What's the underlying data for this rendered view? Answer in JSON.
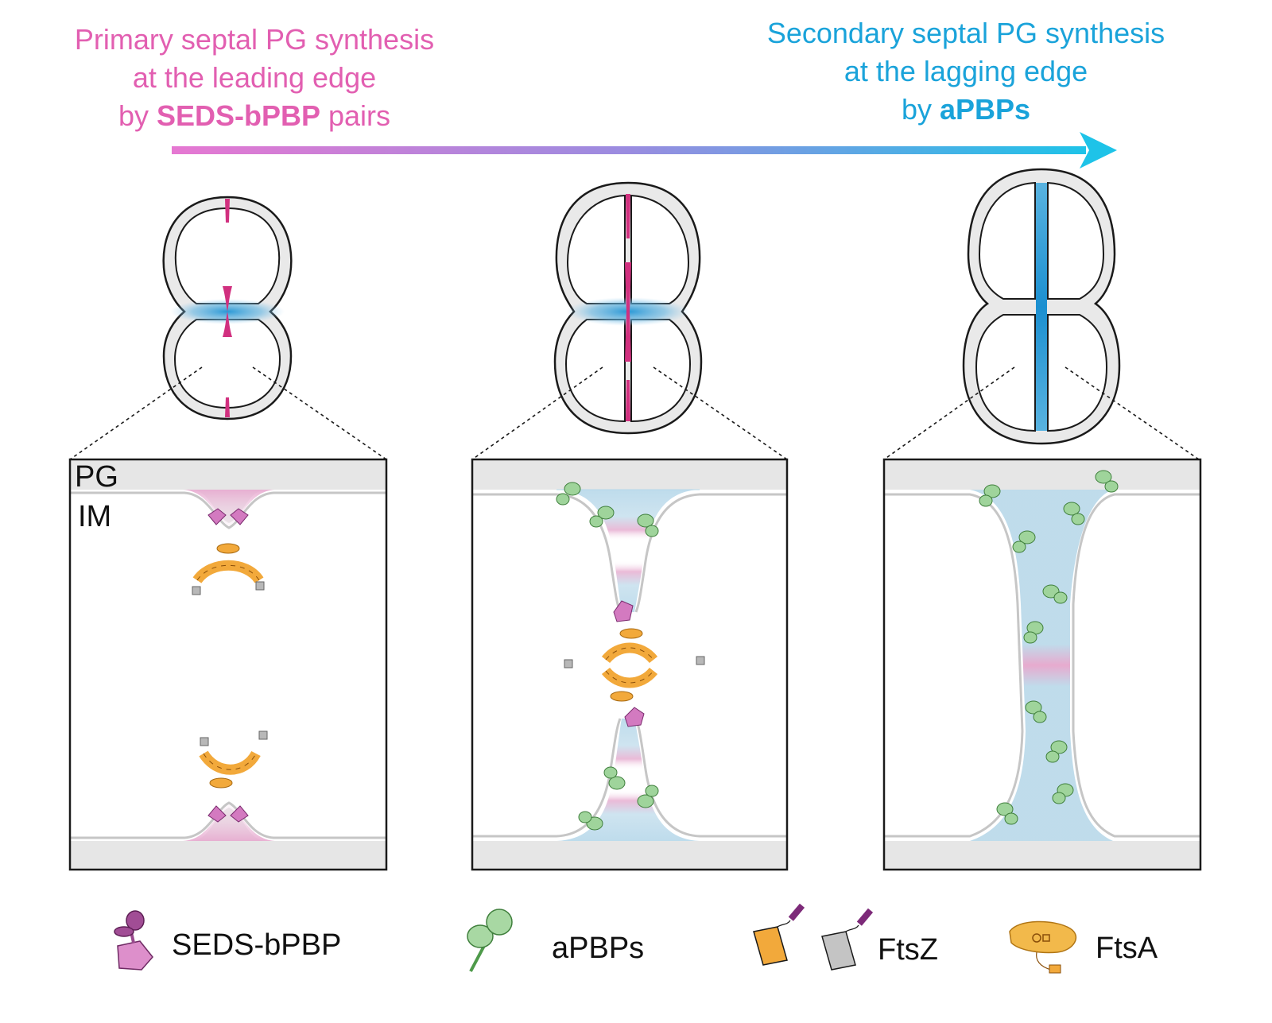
{
  "header_left": {
    "line1": "Primary septal PG synthesis",
    "line2": "at the leading edge",
    "line3_prefix": "by ",
    "line3_bold": "SEDS-bPBP",
    "line3_suffix": " pairs",
    "color": "#e25fb1"
  },
  "header_right": {
    "line1": "Secondary septal PG synthesis",
    "line2": "at the lagging edge",
    "line3_prefix": "by ",
    "line3_bold": "aPBPs",
    "color": "#1aa3da"
  },
  "panel_labels": {
    "pg": "PG",
    "im": "IM"
  },
  "legend": [
    {
      "icon": "seds-bpbp-icon",
      "label": "SEDS-bPBP"
    },
    {
      "icon": "apbp-icon",
      "label": "aPBPs"
    },
    {
      "icon": "ftsz-icon",
      "label": "FtsZ"
    },
    {
      "icon": "ftsa-icon",
      "label": "FtsA"
    }
  ],
  "colors": {
    "seds": "#d37ac0",
    "seds_dark": "#9a4a8e",
    "apbp": "#9fd49b",
    "apbp_dark": "#4e9a4a",
    "ftsz": "#f2a93b",
    "ftsz_gray": "#b8b8b8",
    "pg_pink": "#d1307f",
    "pg_blue": "#2a98d6"
  }
}
